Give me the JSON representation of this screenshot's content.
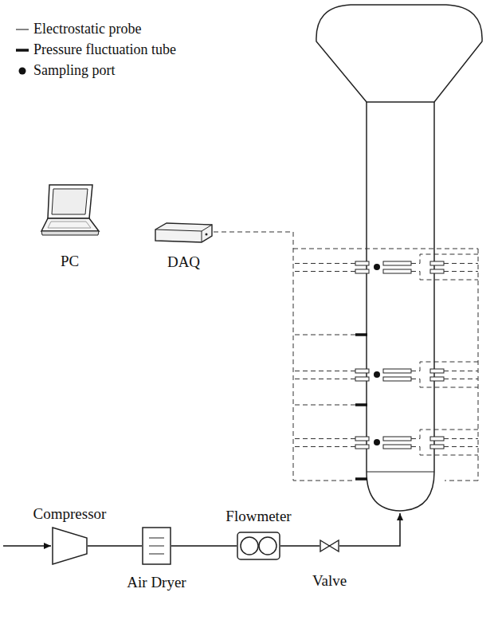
{
  "diagram": {
    "nodes": [
      {
        "text": [
          "PC"
        ]
      },
      {
        "text": [
          "DAQ"
        ]
      },
      {
        "text": [
          "Compressor"
        ]
      },
      {
        "text": [
          "Air Dryer"
        ]
      },
      {
        "text": [
          "Flowmeter"
        ]
      },
      {
        "text": [
          "Valve"
        ]
      }
    ],
    "edges": [
      {
        "from": 2,
        "to": 3,
        "arrow": "none"
      },
      {
        "from": 3,
        "to": 4,
        "arrow": "none"
      },
      {
        "from": 4,
        "to": 5,
        "arrow": "none"
      }
    ],
    "legend": [
      {
        "text": "Electrostatic probe"
      },
      {
        "text": "Pressure fluctuation tube"
      },
      {
        "text": "Sampling port"
      }
    ]
  }
}
